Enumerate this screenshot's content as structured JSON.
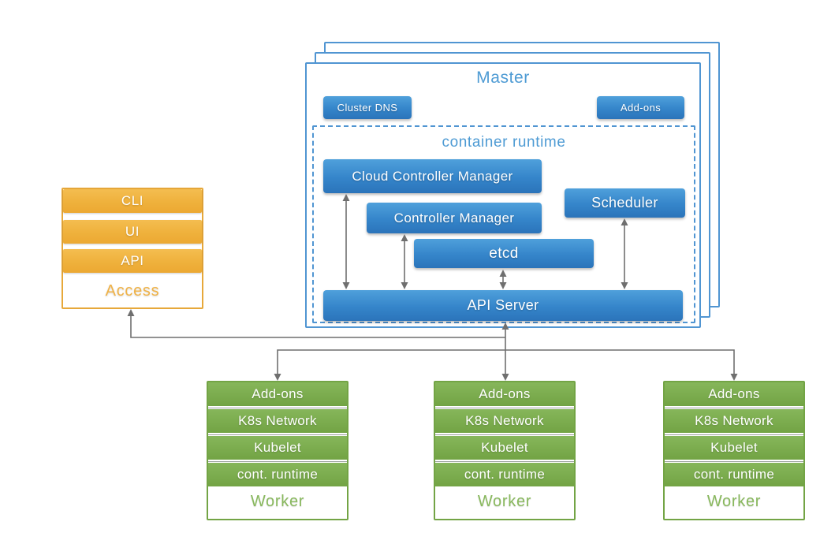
{
  "master": {
    "title": "Master",
    "cluster_dns": "Cluster DNS",
    "addons": "Add-ons",
    "container_runtime": {
      "title": "container runtime",
      "cloud_controller_manager": "Cloud Controller Manager",
      "controller_manager": "Controller Manager",
      "etcd": "etcd",
      "scheduler": "Scheduler",
      "api_server": "API Server"
    }
  },
  "access": {
    "title": "Access",
    "items": [
      "CLI",
      "UI",
      "API"
    ]
  },
  "workers": [
    {
      "title": "Worker",
      "rows": [
        "Add-ons",
        "K8s Network",
        "Kubelet",
        "cont. runtime"
      ]
    },
    {
      "title": "Worker",
      "rows": [
        "Add-ons",
        "K8s Network",
        "Kubelet",
        "cont. runtime"
      ]
    },
    {
      "title": "Worker",
      "rows": [
        "Add-ons",
        "K8s Network",
        "Kubelet",
        "cont. runtime"
      ]
    }
  ],
  "colors": {
    "blue_fill": "#3585ca",
    "blue_border": "#5095d2",
    "blue_text": "#4e9bd4",
    "orange_fill": "#efb13c",
    "orange_border": "#e7a83a",
    "green_fill": "#7bac4e",
    "green_border": "#73a445",
    "arrow_gray": "#6f6f6f"
  }
}
